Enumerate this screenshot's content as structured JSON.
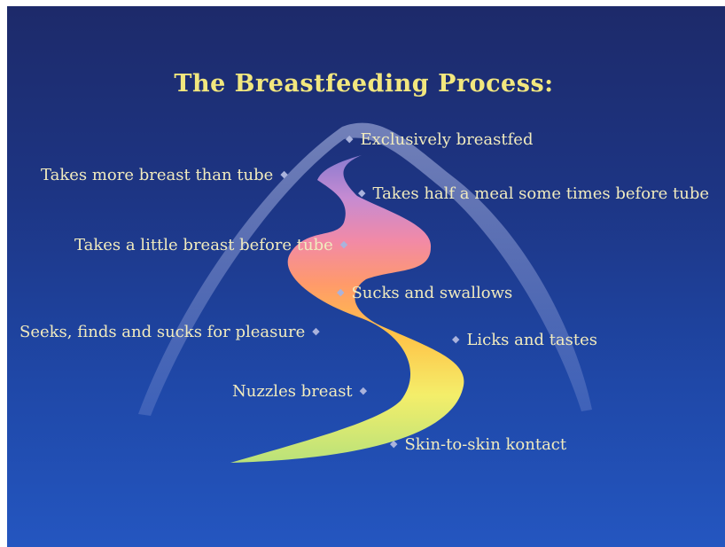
{
  "title": "The Breastfeeding Process:",
  "colors": {
    "background_top": "#1d2a6a",
    "background_bottom": "#2456c0",
    "title": "#f2e77e",
    "label_text": "#f1ebbe",
    "bullet": "#aab3dc",
    "road_start": "#b9e27a",
    "road_middle": "#ff9a6a",
    "road_end": "#8a7bd0"
  },
  "stages": [
    {
      "label": "Skin-to-skin kontact",
      "icon": "diamond-bullet-icon"
    },
    {
      "label": "Nuzzles breast",
      "icon": "diamond-bullet-icon"
    },
    {
      "label": "Licks and tastes",
      "icon": "diamond-bullet-icon"
    },
    {
      "label": "Seeks, finds and sucks for pleasure",
      "icon": "diamond-bullet-icon"
    },
    {
      "label": "Sucks and swallows",
      "icon": "diamond-bullet-icon"
    },
    {
      "label": "Takes a little breast before tube",
      "icon": "diamond-bullet-icon"
    },
    {
      "label": "Takes half a meal some times before tube",
      "icon": "diamond-bullet-icon"
    },
    {
      "label": "Takes more breast than tube",
      "icon": "diamond-bullet-icon"
    },
    {
      "label": "Exclusively breastfed",
      "icon": "diamond-bullet-icon"
    }
  ]
}
